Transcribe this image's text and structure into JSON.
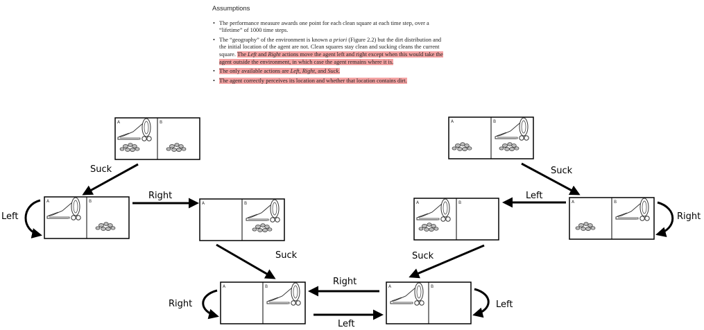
{
  "assumptions": {
    "heading": "Assumptions",
    "bullet1": "The performance measure awards one point for each clean square at each time step, over a “lifetime” of 1000 time steps.",
    "bullet2_pre": "The “geography” of the environment is known ",
    "bullet2_em": "a priori",
    "bullet2_mid": " (Figure 2.2) but the dirt distribution and the initial location of the agent are not. Clean squares stay clean and sucking cleans the current square. ",
    "bullet2_hl_1": "The ",
    "bullet2_hl_left": "Left",
    "bullet2_hl_2": " and ",
    "bullet2_hl_right": "Right",
    "bullet2_hl_3": " actions move the agent left and right except when this would take the agent outside the environment, in which case the agent remains where it is.",
    "bullet3_1": "The only available actions are ",
    "bullet3_left": "Left",
    "bullet3_2": ", ",
    "bullet3_right": "Right",
    "bullet3_3": ", and ",
    "bullet3_suck": "Suck",
    "bullet3_4": ".",
    "bullet4": "The agent correctly perceives its location and whether that location contains dirt."
  },
  "cell_labels": {
    "a": "A",
    "b": "B"
  },
  "actions": {
    "suck": "Suck",
    "left": "Left",
    "right": "Right"
  },
  "highlight_color": "#f4a3a3"
}
